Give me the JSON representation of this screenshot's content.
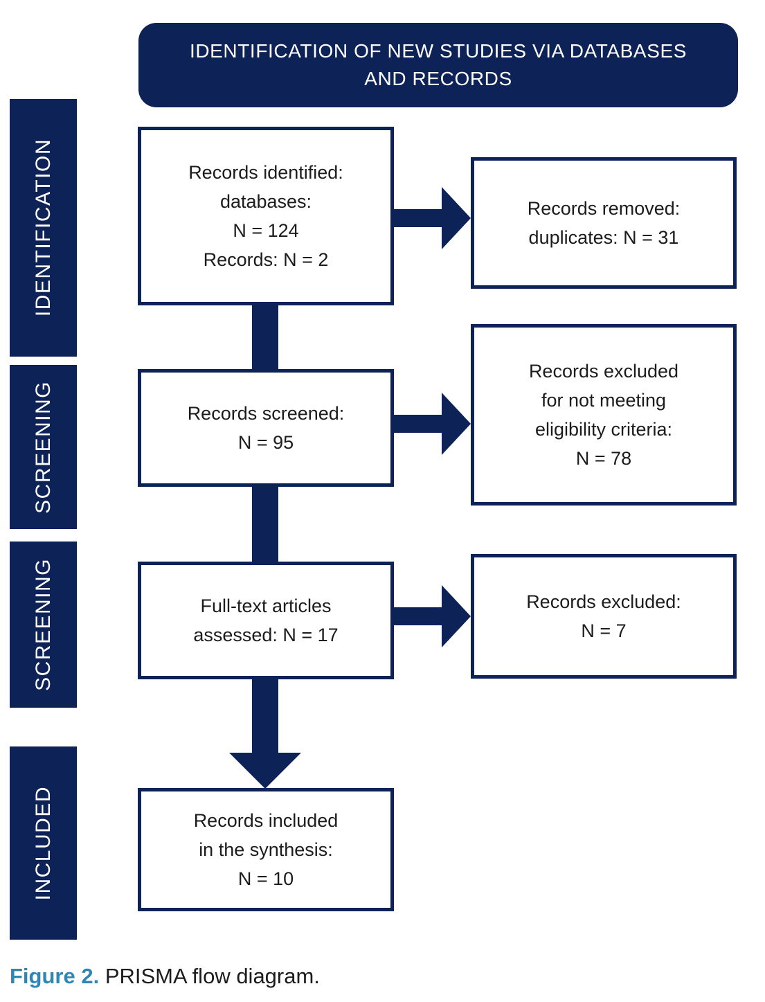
{
  "colors": {
    "navy": "#0d2357",
    "caption_blue": "#2e86b5",
    "text": "#1c1c1c",
    "background": "#ffffff"
  },
  "header": {
    "title": "IDENTIFICATION OF NEW STUDIES VIA DATABASES AND RECORDS"
  },
  "sidebar": {
    "items": [
      {
        "label": "IDENTIFICATION"
      },
      {
        "label": "SCREENING"
      },
      {
        "label": "SCREENING"
      },
      {
        "label": "INCLUDED"
      }
    ]
  },
  "flow": {
    "main_boxes": [
      {
        "text": "Records identified:\ndatabases:\nN = 124\nRecords: N = 2"
      },
      {
        "text": "Records screened:\nN = 95"
      },
      {
        "text": "Full-text articles\nassessed: N = 17"
      },
      {
        "text": "Records included\nin the synthesis:\nN = 10"
      }
    ],
    "side_boxes": [
      {
        "text": "Records removed:\nduplicates: N = 31"
      },
      {
        "text": "Records excluded\nfor not meeting\neligibility criteria:\nN = 78"
      },
      {
        "text": "Records excluded:\nN = 7"
      }
    ]
  },
  "caption": {
    "prefix": "Figure 2.",
    "text": " PRISMA flow diagram."
  }
}
